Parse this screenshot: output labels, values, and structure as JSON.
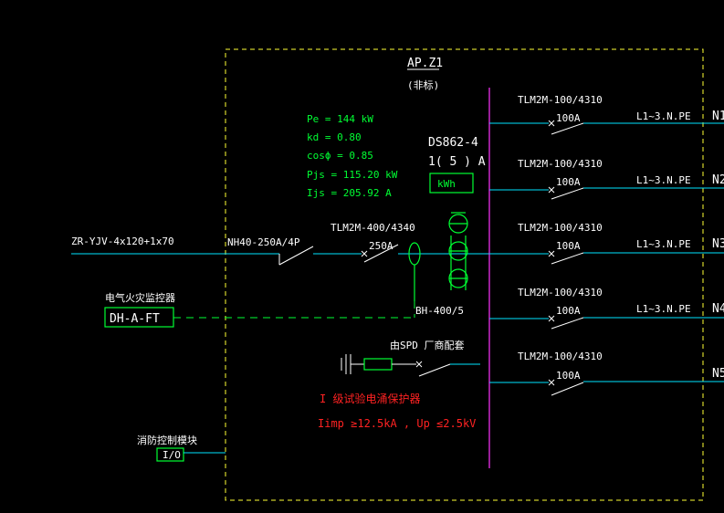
{
  "panel": {
    "name": "AP.Z1",
    "note": "(非标)"
  },
  "params": {
    "pe": "Pe = 144 kW",
    "kd": "kd = 0.80",
    "cos": "cosϕ = 0.85",
    "pjs": "Pjs = 115.20 kW",
    "ijs": "Ijs = 205.92 A"
  },
  "meter": {
    "model": "DS862-4",
    "rating": "1( 5 ) A",
    "unit": "kWh"
  },
  "incoming": {
    "cable": "ZR-YJV-4x120+1x70",
    "isolator": "NH40-250A/4P",
    "breaker_model": "TLM2M-400/4340",
    "breaker_rating": "250A",
    "ct": "BH-400/5"
  },
  "fire_monitor": {
    "label": "电气火灾监控器",
    "model": "DH-A-FT"
  },
  "spd": {
    "source": "由SPD 厂商配套",
    "title": "I 级试验电涌保护器",
    "spec": "Iimp ≥12.5kA  , Up ≤2.5kV"
  },
  "fire_module": {
    "label": "消防控制模块",
    "io": "I/O"
  },
  "circuits": [
    {
      "breaker": "TLM2M-100/4310",
      "rating": "100A",
      "phase": "L1~3.N.PE",
      "id": "N1"
    },
    {
      "breaker": "TLM2M-100/4310",
      "rating": "100A",
      "phase": "L1~3.N.PE",
      "id": "N2"
    },
    {
      "breaker": "TLM2M-100/4310",
      "rating": "100A",
      "phase": "L1~3.N.PE",
      "id": "N3"
    },
    {
      "breaker": "TLM2M-100/4310",
      "rating": "100A",
      "phase": "L1~3.N.PE",
      "id": "N4"
    },
    {
      "breaker": "TLM2M-100/4310",
      "rating": "100A",
      "phase": "",
      "id": "N5"
    }
  ]
}
